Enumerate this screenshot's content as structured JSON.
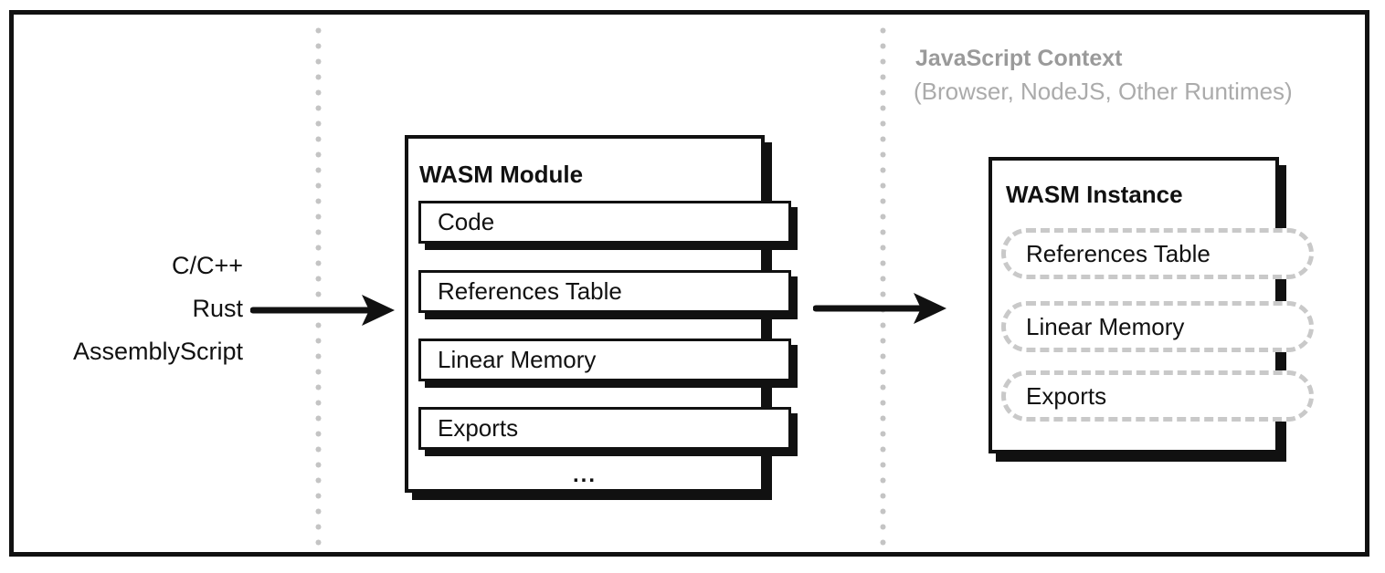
{
  "diagram": {
    "sources": {
      "items": [
        "C/C++",
        "Rust",
        "AssemblyScript"
      ]
    },
    "module": {
      "title": "WASM Module",
      "rows": [
        "Code",
        "References Table",
        "Linear Memory",
        "Exports"
      ],
      "ellipsis": "..."
    },
    "instance": {
      "title": "WASM Instance",
      "rows": [
        "References Table",
        "Linear Memory",
        "Exports"
      ]
    },
    "context": {
      "title": "JavaScript Context",
      "subtitle": "(Browser, NodeJS, Other Runtimes)"
    },
    "icons": {
      "arrow_compile": "right-arrow",
      "arrow_instantiate": "right-arrow"
    },
    "colors": {
      "ink": "#111111",
      "context_title": "#9a9a9a",
      "context_subtitle": "#ababab",
      "dotted_divider": "#c4c4c4",
      "dashed_border": "#c9c9c9"
    }
  }
}
